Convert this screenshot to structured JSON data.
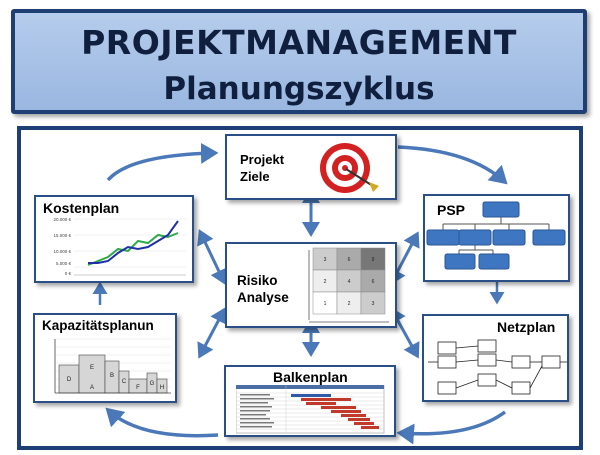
{
  "header": {
    "title": "PROJEKTMANAGEMENT",
    "subtitle": "Planungszyklus"
  },
  "colors": {
    "frame": "#1f3e73",
    "arrow": "#4a78b8",
    "header_fill": "#a9c2e8",
    "org_box": "#3f76c2"
  },
  "nodes": {
    "ziele": {
      "line1": "Projekt",
      "line2": "Ziele",
      "icon": "target-icon"
    },
    "psp": {
      "label": "PSP"
    },
    "netzplan": {
      "label": "Netzplan"
    },
    "balkenplan": {
      "label": "Balkenplan"
    },
    "kapazitaet": {
      "label": "Kapazitätsplanun"
    },
    "kostenplan": {
      "label": "Kostenplan"
    },
    "risiko": {
      "line1": "Risiko",
      "line2": "Analyse"
    }
  },
  "kosten_chart": {
    "y_ticks": [
      "20.000 €",
      "15.000 €",
      "10.000 €",
      "5.000 €",
      "0 €"
    ]
  },
  "risk_matrix": {
    "rows": [
      [
        "3",
        "6",
        "9"
      ],
      [
        "2",
        "4",
        "6"
      ],
      [
        "1",
        "2",
        "3"
      ]
    ]
  },
  "capacity_chart": {
    "letters": [
      "D",
      "A",
      "E",
      "B",
      "C",
      "F",
      "G",
      "H"
    ]
  }
}
